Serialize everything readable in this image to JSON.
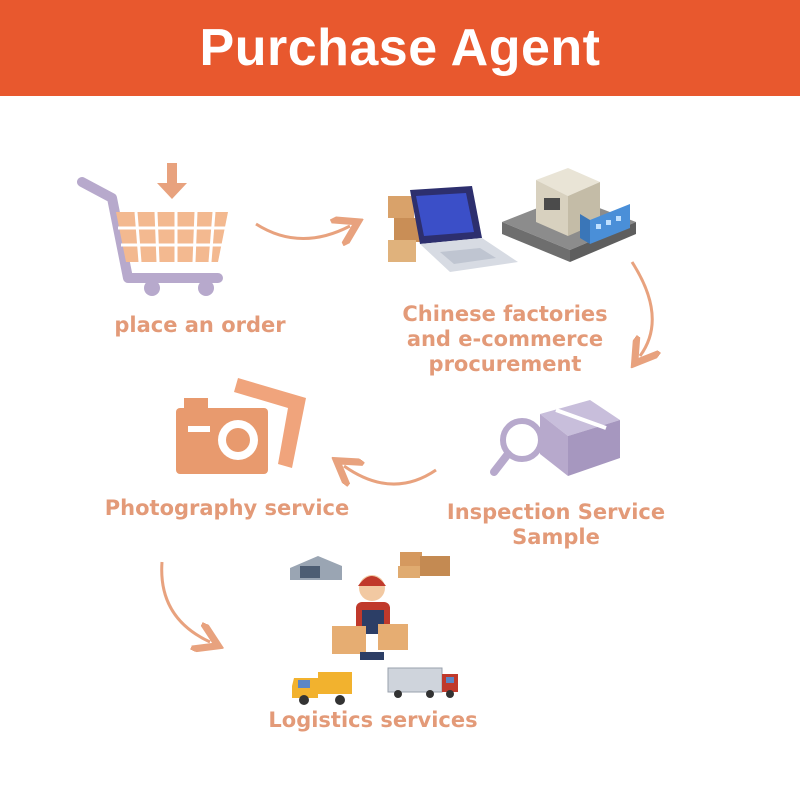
{
  "header": {
    "title": "Purchase Agent"
  },
  "steps": {
    "order": {
      "label": "place an order"
    },
    "procurement": {
      "line1": "Chinese factories",
      "line2": "and e-commerce",
      "line3": "procurement"
    },
    "inspection": {
      "line1": "Inspection Service",
      "line2": "Sample"
    },
    "photography": {
      "label": "Photography service"
    },
    "logistics": {
      "label": "Logistics services"
    }
  },
  "colors": {
    "banner": "#e8582e",
    "accent": "#e8a27e",
    "label": "#e39a78",
    "lilac": "#b7a9cc"
  },
  "icons": [
    "shopping-cart-icon",
    "laptop-icon",
    "factory-icon",
    "magnifier-box-icon",
    "camera-icon",
    "worker-icon",
    "truck-icon"
  ]
}
